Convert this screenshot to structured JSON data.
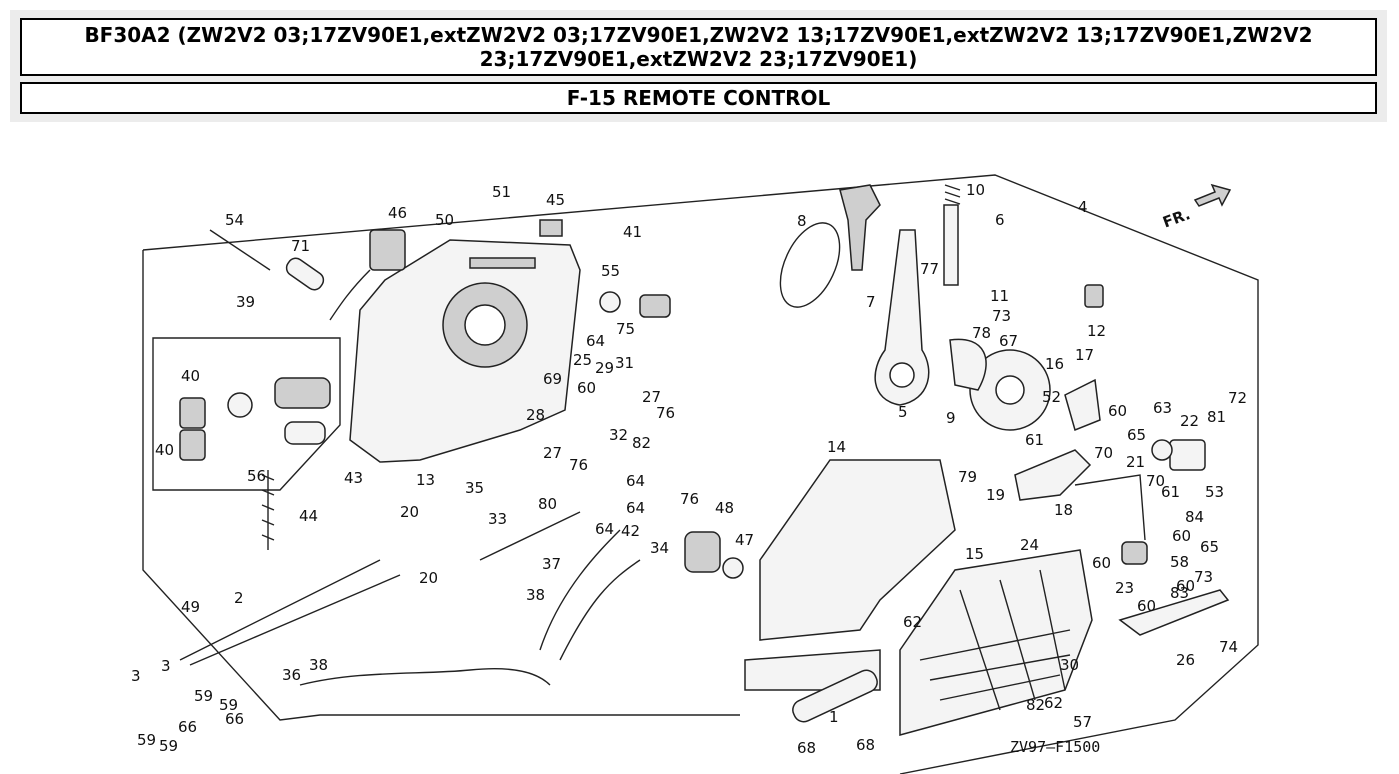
{
  "header": {
    "model_title": "BF30A2 (ZW2V2 03;17ZV90E1,extZW2V2 03;17ZV90E1,ZW2V2 13;17ZV90E1,extZW2V2 13;17ZV90E1,ZW2V2 23;17ZV90E1,extZW2V2 23;17ZV90E1)",
    "section_title": "F-15 REMOTE CONTROL"
  },
  "diagram": {
    "direction_label": "FR.",
    "drawing_code": "ZV97–F1500",
    "callouts": [
      "1",
      "2",
      "3",
      "3",
      "4",
      "5",
      "6",
      "7",
      "8",
      "9",
      "10",
      "11",
      "12",
      "13",
      "14",
      "15",
      "16",
      "17",
      "18",
      "19",
      "20",
      "20",
      "21",
      "22",
      "23",
      "24",
      "25",
      "26",
      "27",
      "27",
      "28",
      "29",
      "30",
      "31",
      "32",
      "33",
      "34",
      "35",
      "36",
      "37",
      "38",
      "38",
      "39",
      "40",
      "40",
      "41",
      "42",
      "43",
      "44",
      "45",
      "46",
      "47",
      "48",
      "49",
      "50",
      "51",
      "52",
      "53",
      "54",
      "55",
      "56",
      "57",
      "58",
      "59",
      "59",
      "59",
      "59",
      "60",
      "60",
      "60",
      "60",
      "60",
      "60",
      "61",
      "61",
      "62",
      "62",
      "63",
      "64",
      "64",
      "64",
      "64",
      "65",
      "65",
      "66",
      "66",
      "67",
      "68",
      "68",
      "69",
      "70",
      "70",
      "71",
      "72",
      "73",
      "73",
      "74",
      "75",
      "76",
      "76",
      "76",
      "77",
      "78",
      "79",
      "80",
      "81",
      "82",
      "82",
      "83",
      "84"
    ]
  }
}
